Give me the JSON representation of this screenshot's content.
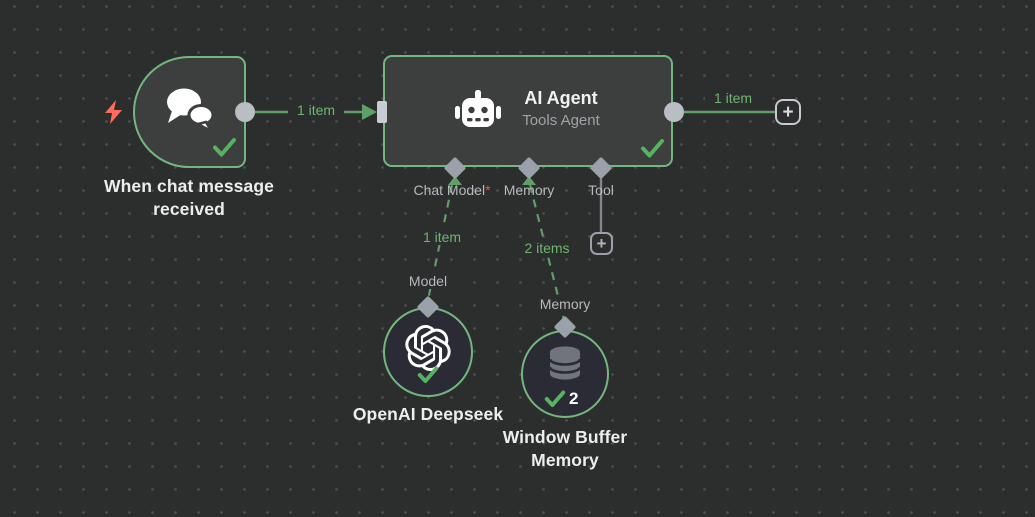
{
  "colors": {
    "canvas_bg": "#2c2d2d",
    "accent_green": "#74b77e",
    "connection_green": "#5f9f68",
    "check_green": "#57b262",
    "node_fill": "#3d3e3e",
    "subnode_fill": "#2a2b35",
    "connector_gray": "#9ba1ab",
    "trigger_bolt_red": "#ff6d5a",
    "required_red": "#e8554e"
  },
  "icons": {
    "plus_glyph": "+",
    "trigger_bolt": "lightning-bolt-icon",
    "trigger": "chat-bubbles-icon",
    "agent": "robot-icon",
    "openai": "openai-logo-icon",
    "memory": "database-icon",
    "status": "success-checkmark-icon"
  },
  "nodes": {
    "chat_trigger": {
      "name": "When chat message received",
      "status": "success"
    },
    "ai_agent": {
      "title": "AI Agent",
      "subtitle": "Tools Agent",
      "status": "success",
      "ports": [
        {
          "label": "Chat Model",
          "required_marker": "*"
        },
        {
          "label": "Memory"
        },
        {
          "label": "Tool"
        }
      ]
    },
    "openai": {
      "name": "OpenAI Deepseek",
      "port_label": "Model",
      "status": "success"
    },
    "window_buffer_memory": {
      "name": "Window Buffer Memory",
      "port_label": "Memory",
      "run_count": "2",
      "status": "success"
    }
  },
  "connections": {
    "trigger_to_agent": {
      "label": "1 item"
    },
    "agent_output": {
      "label": "1 item"
    },
    "model_to_agent": {
      "label": "1 item"
    },
    "memory_to_agent": {
      "label": "2 items"
    }
  }
}
